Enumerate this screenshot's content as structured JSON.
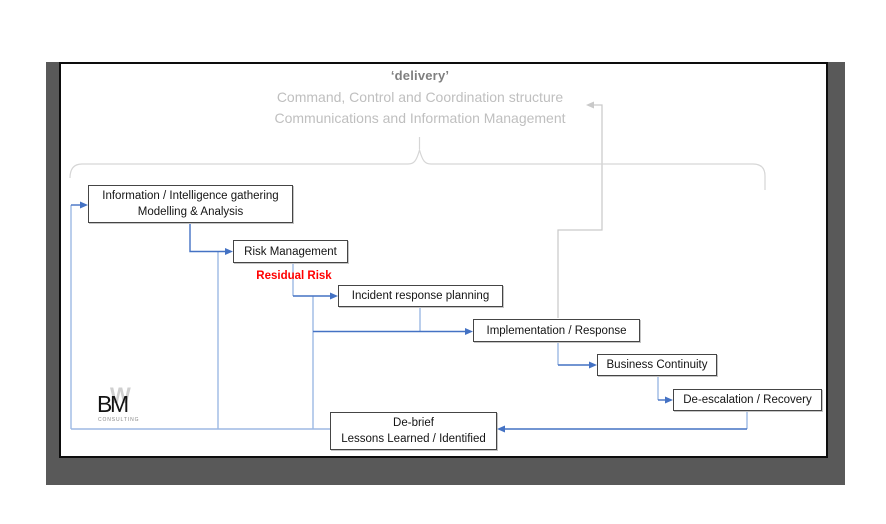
{
  "colors": {
    "connector_blue": "#4472C4",
    "connector_light_blue": "#9DB9E4",
    "feedback_gray": "#C9C9C9",
    "brace_gray": "#D6D6D6",
    "residual_red": "#FF0000",
    "frame_gray": "#595959",
    "title_gray": "#7F7F7F",
    "subtitle_gray": "#BFBFBF",
    "box_border": "#454545"
  },
  "header": {
    "quote_title": "‘delivery’",
    "line2": "Command, Control and Coordination structure",
    "line3": "Communications and Information Management"
  },
  "flow": {
    "info": {
      "line1": "Information / Intelligence gathering",
      "line2": "Modelling & Analysis"
    },
    "risk": {
      "label": "Risk Management"
    },
    "residual": {
      "label": "Residual Risk"
    },
    "incident": {
      "label": "Incident response planning"
    },
    "implementation": {
      "label": "Implementation / Response"
    },
    "continuity": {
      "label": "Business Continuity"
    },
    "deescalation": {
      "label": "De-escalation / Recovery"
    },
    "debrief": {
      "line1": "De-brief",
      "line2": "Lessons Learned / Identified"
    }
  },
  "logo": {
    "letter_b": "B",
    "letter_m": "M",
    "letter_w": "W",
    "caption": "CONSULTING"
  }
}
